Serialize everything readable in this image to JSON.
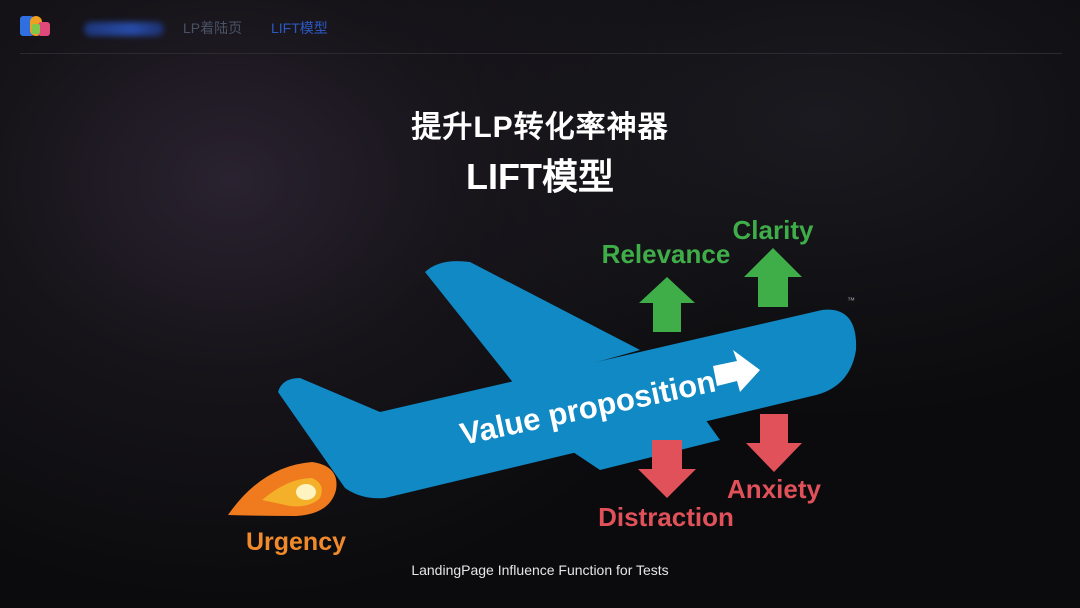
{
  "nav": {
    "lp_label": "LP着陆页",
    "lift_label": "LIFT模型"
  },
  "slide": {
    "title_line1": "提升LP转化率神器",
    "title_line2": "LIFT模型",
    "footer": "LandingPage Influence Function for Tests"
  },
  "diagram": {
    "value_proposition": "Value proposition",
    "relevance": "Relevance",
    "clarity": "Clarity",
    "distraction": "Distraction",
    "anxiety": "Anxiety",
    "urgency": "Urgency",
    "trademark": "™"
  },
  "colors": {
    "plane": "#1089c4",
    "positive": "#3fae49",
    "negative": "#e0515a",
    "urgency": "#f08a2b",
    "nav_active": "#2b59c3"
  }
}
